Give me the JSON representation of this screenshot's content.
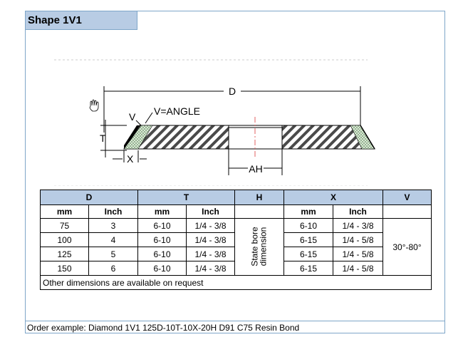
{
  "title": "Shape 1V1",
  "diagram": {
    "label_d": "D",
    "label_v": "V",
    "label_v_angle": "V=ANGLE",
    "label_t": "T",
    "label_x": "X",
    "label_ah": "AH"
  },
  "table": {
    "groups": [
      "D",
      "T",
      "H",
      "X",
      "V"
    ],
    "subheaders": [
      "mm",
      "Inch",
      "mm",
      "Inch",
      "mm",
      "Inch"
    ],
    "h_text_line1": "State bore",
    "h_text_line2": "dimension",
    "v_value": "30°-80°",
    "rows": [
      [
        "75",
        "3",
        "6-10",
        "1/4 - 3/8",
        "6-10",
        "1/4 - 3/8"
      ],
      [
        "100",
        "4",
        "6-10",
        "1/4 - 3/8",
        "6-15",
        "1/4 - 5/8"
      ],
      [
        "125",
        "5",
        "6-10",
        "1/4 - 3/8",
        "6-15",
        "1/4 - 5/8"
      ],
      [
        "150",
        "6",
        "6-10",
        "1/4 - 3/8",
        "6-15",
        "1/4 - 5/8"
      ]
    ],
    "note": "Other dimensions are available on request"
  },
  "order_example": "Order example: Diamond 1V1 125D-10T-10X-20H D91 C75 Resin Bond"
}
